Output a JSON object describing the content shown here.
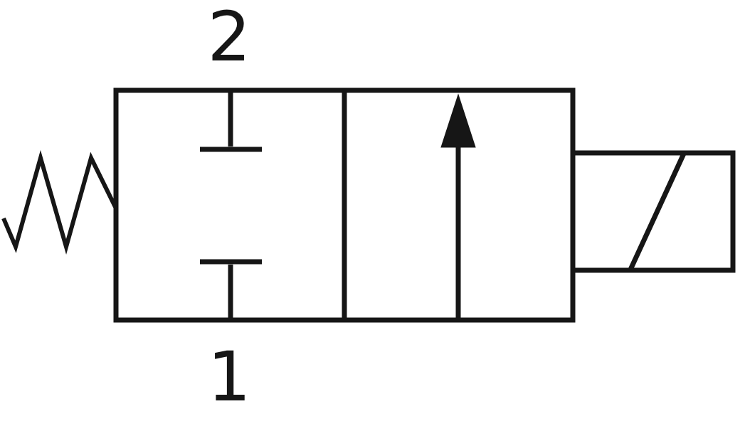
{
  "diagram": {
    "ports": {
      "top_label": "2",
      "bottom_label": "1"
    },
    "colors": {
      "stroke": "#161616",
      "background": "#ffffff"
    },
    "elements": {
      "left_actuator": "spring-return-icon",
      "left_position": "blocked-ports-closed-position",
      "right_position": "flow-arrow-open-position",
      "right_actuator": "solenoid-icon"
    }
  }
}
